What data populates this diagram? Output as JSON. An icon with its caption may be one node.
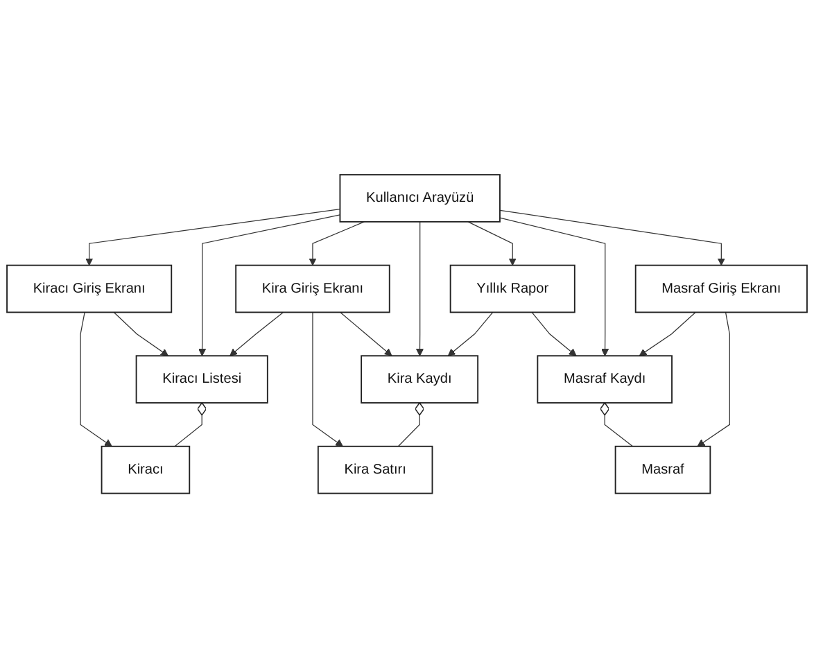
{
  "diagram": {
    "nodes": [
      {
        "text": [
          "Kullanıcı Arayüzü"
        ]
      },
      {
        "text": [
          "Kiracı Giriş Ekranı"
        ]
      },
      {
        "text": [
          "Kira Giriş Ekranı"
        ]
      },
      {
        "text": [
          "Masraf Giriş Ekranı"
        ]
      },
      {
        "text": [
          "Kiracı Listesi"
        ]
      },
      {
        "text": [
          "Kira Kaydı"
        ]
      },
      {
        "text": [
          "Yıllık Rapor"
        ]
      },
      {
        "text": [
          "Masraf Kaydı"
        ]
      },
      {
        "text": [
          "Kiracı"
        ]
      },
      {
        "text": [
          "Kira Satırı"
        ]
      },
      {
        "text": [
          "Masraf"
        ]
      }
    ],
    "edges": [
      {
        "from": 0,
        "to": 1,
        "arrow": "to"
      },
      {
        "from": 0,
        "to": 4,
        "arrow": "to"
      },
      {
        "from": 0,
        "to": 2,
        "arrow": "to"
      },
      {
        "from": 0,
        "to": 5,
        "arrow": "to"
      },
      {
        "from": 0,
        "to": 6,
        "arrow": "to"
      },
      {
        "from": 0,
        "to": 7,
        "arrow": "to"
      },
      {
        "from": 0,
        "to": 3,
        "arrow": "to"
      },
      {
        "from": 1,
        "to": 8,
        "arrow": "to"
      },
      {
        "from": 1,
        "to": 4,
        "arrow": "to"
      },
      {
        "from": 2,
        "to": 4,
        "arrow": "to"
      },
      {
        "from": 2,
        "to": 9,
        "arrow": "to"
      },
      {
        "from": 2,
        "to": 5,
        "arrow": "to"
      },
      {
        "from": 3,
        "to": 7,
        "arrow": "to"
      },
      {
        "from": 3,
        "to": 10,
        "arrow": "to"
      },
      {
        "from": 6,
        "to": 5,
        "arrow": "to"
      },
      {
        "from": 6,
        "to": 7,
        "arrow": "to"
      },
      {
        "from": 4,
        "to": 8,
        "arrow": "other"
      },
      {
        "from": 5,
        "to": 9,
        "arrow": "other"
      },
      {
        "from": 7,
        "to": 10,
        "arrow": "other"
      }
    ]
  }
}
